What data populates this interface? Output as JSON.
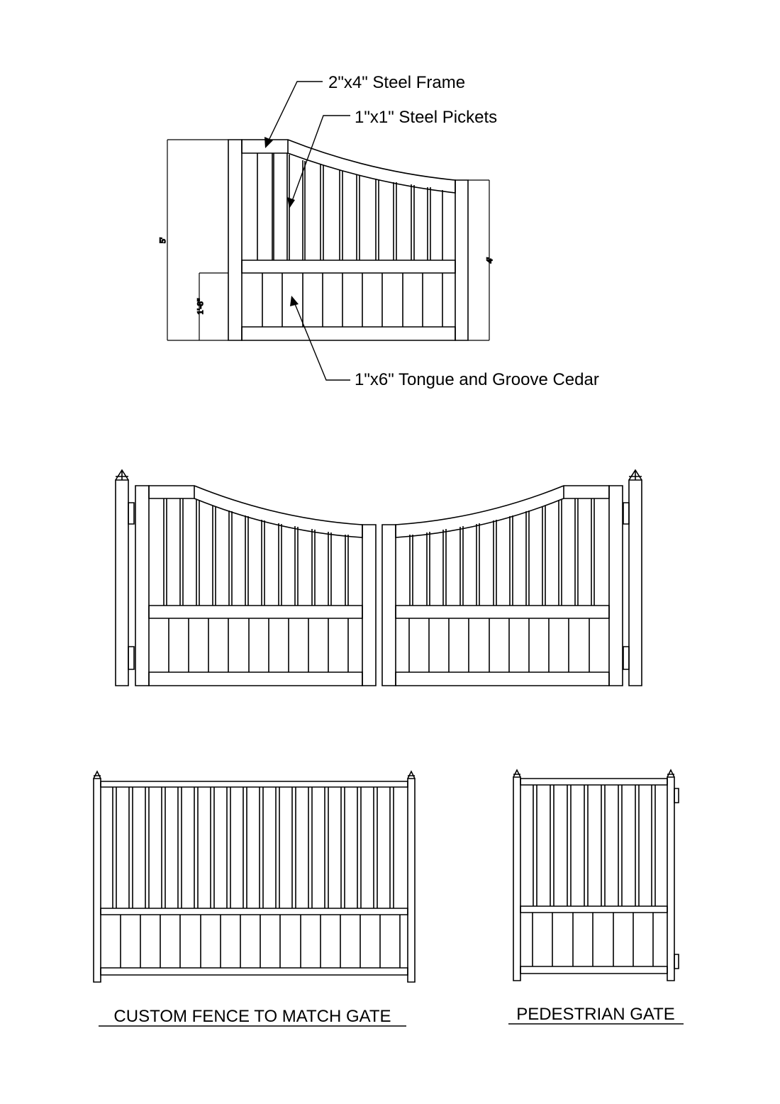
{
  "callouts": {
    "frame": "2\"x4\" Steel Frame",
    "pickets": "1\"x1\" Steel Pickets",
    "cedar": "1\"x6\" Tongue and Groove Cedar"
  },
  "dimensions": {
    "overall_height": "5'",
    "cedar_height": "1'-8\"",
    "end_height": "4'"
  },
  "captions": {
    "fence": "CUSTOM FENCE TO MATCH GATE",
    "pedestrian": "PEDESTRIAN GATE"
  }
}
